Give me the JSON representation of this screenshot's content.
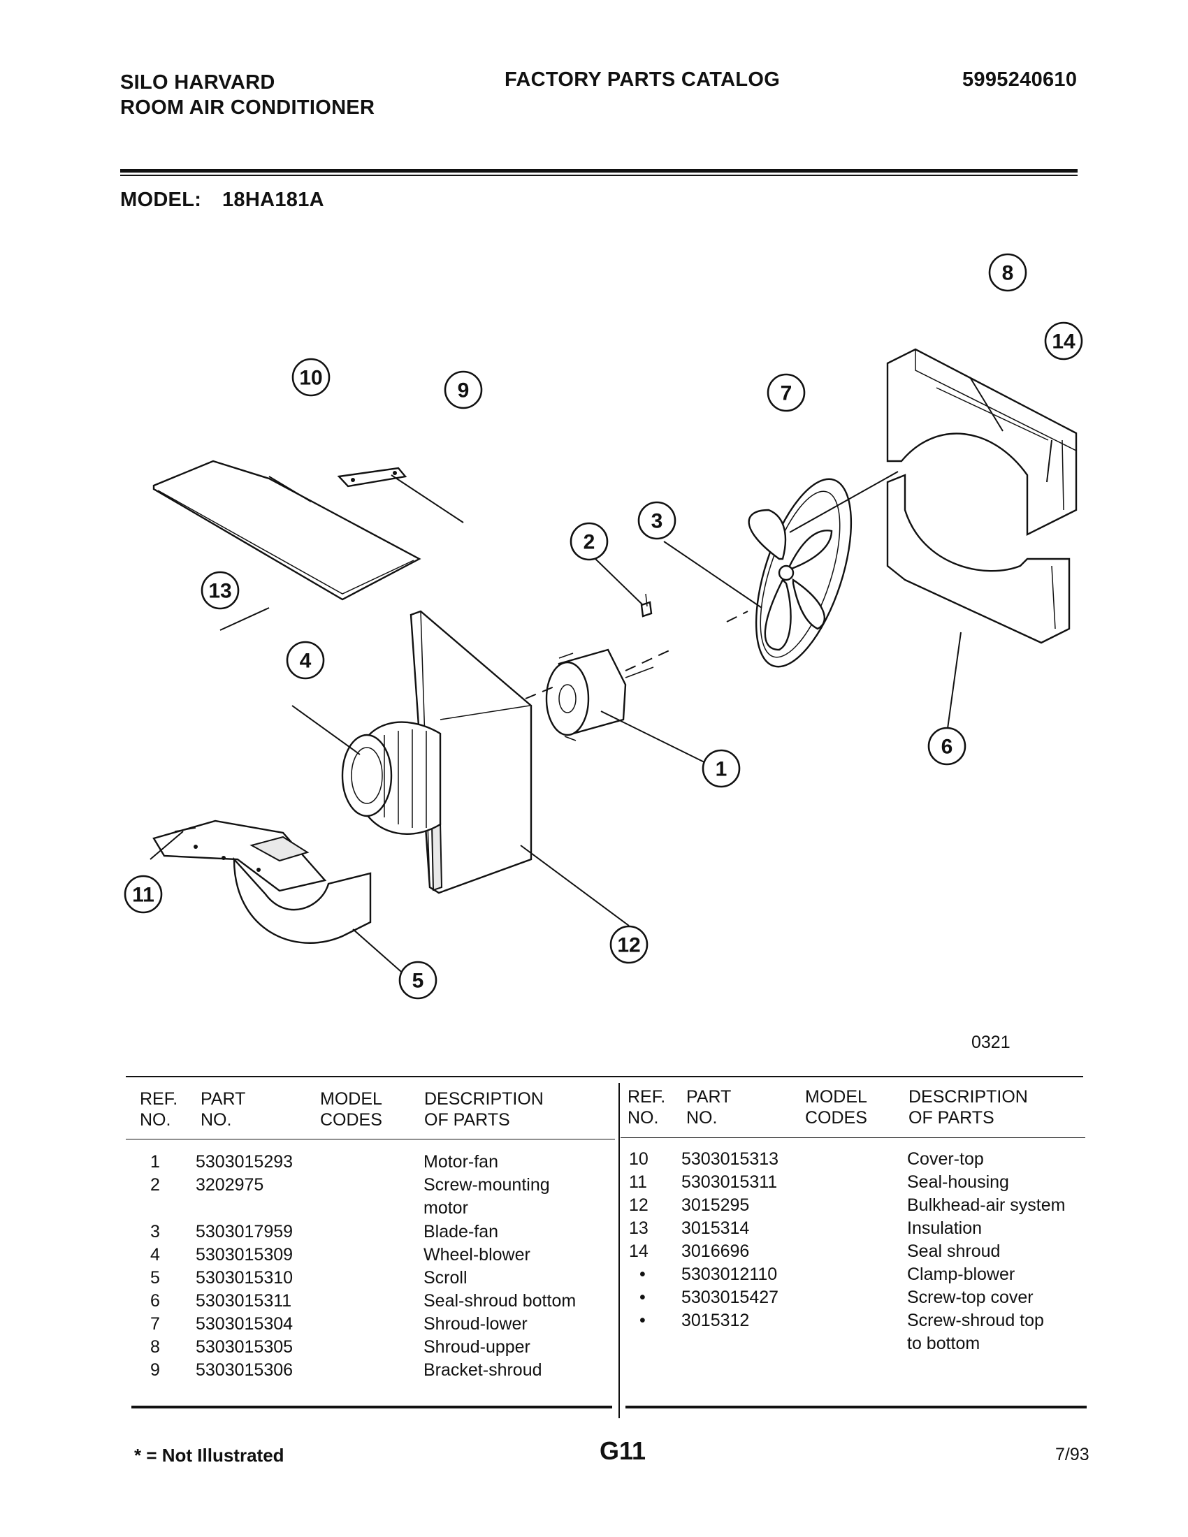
{
  "header": {
    "brand": "SILO HARVARD",
    "product": "ROOM AIR CONDITIONER",
    "catalog_title": "FACTORY PARTS CATALOG",
    "catalog_number": "5995240610",
    "model_label": "MODEL:",
    "model_value": "18HA181A"
  },
  "diagram": {
    "code": "0321",
    "callouts": [
      "1",
      "2",
      "3",
      "4",
      "5",
      "6",
      "7",
      "8",
      "9",
      "10",
      "11",
      "12",
      "13",
      "14"
    ]
  },
  "table": {
    "headers": {
      "ref_line1": "REF.",
      "ref_line2": "NO.",
      "part_line1": "PART",
      "part_line2": "NO.",
      "model_line1": "MODEL",
      "model_line2": "CODES",
      "desc_line1": "DESCRIPTION",
      "desc_line2": "OF PARTS"
    },
    "left_rows": [
      {
        "ref": "1",
        "part": "5303015293",
        "desc": "Motor-fan"
      },
      {
        "ref": "2",
        "part": "3202975",
        "desc": "Screw-mounting"
      },
      {
        "ref": "",
        "part": "",
        "desc": "motor"
      },
      {
        "ref": "3",
        "part": "5303017959",
        "desc": "Blade-fan"
      },
      {
        "ref": "4",
        "part": "5303015309",
        "desc": "Wheel-blower"
      },
      {
        "ref": "5",
        "part": "5303015310",
        "desc": "Scroll"
      },
      {
        "ref": "6",
        "part": "5303015311",
        "desc": "Seal-shroud bottom"
      },
      {
        "ref": "7",
        "part": "5303015304",
        "desc": "Shroud-lower"
      },
      {
        "ref": "8",
        "part": "5303015305",
        "desc": "Shroud-upper"
      },
      {
        "ref": "9",
        "part": "5303015306",
        "desc": "Bracket-shroud"
      }
    ],
    "right_rows": [
      {
        "ref": "10",
        "part": "5303015313",
        "desc": "Cover-top"
      },
      {
        "ref": "11",
        "part": "5303015311",
        "desc": "Seal-housing"
      },
      {
        "ref": "12",
        "part": "3015295",
        "desc": "Bulkhead-air system"
      },
      {
        "ref": "13",
        "part": "3015314",
        "desc": "Insulation"
      },
      {
        "ref": "14",
        "part": "3016696",
        "desc": "Seal shroud"
      },
      {
        "ref": "•",
        "part": "5303012110",
        "desc": "Clamp-blower"
      },
      {
        "ref": "•",
        "part": "5303015427",
        "desc": "Screw-top cover"
      },
      {
        "ref": "•",
        "part": "3015312",
        "desc": "Screw-shroud top"
      },
      {
        "ref": "",
        "part": "",
        "desc": "to bottom"
      }
    ]
  },
  "footer": {
    "note": "* = Not Illustrated",
    "page": "G11",
    "date": "7/93"
  }
}
